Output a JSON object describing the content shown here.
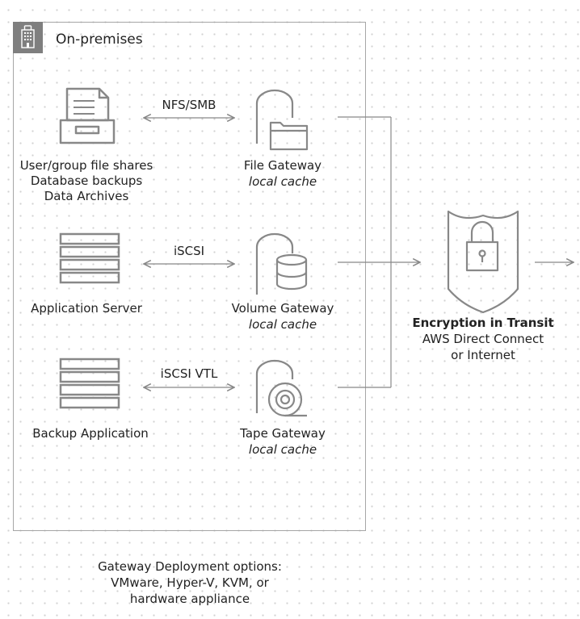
{
  "region": {
    "title": "On-premises"
  },
  "rows": [
    {
      "source_lines": [
        "User/group file shares",
        "Database backups",
        "Data Archives"
      ],
      "protocol": "NFS/SMB",
      "gateway_name": "File Gateway",
      "gateway_cache": "local cache"
    },
    {
      "source_lines": [
        "Application Server"
      ],
      "protocol": "iSCSI",
      "gateway_name": "Volume Gateway",
      "gateway_cache": "local cache"
    },
    {
      "source_lines": [
        "Backup Application"
      ],
      "protocol": "iSCSI VTL",
      "gateway_name": "Tape Gateway",
      "gateway_cache": "local cache"
    }
  ],
  "transit": {
    "title": "Encryption in Transit",
    "line1": "AWS Direct Connect",
    "line2": "or Internet"
  },
  "deployment": {
    "line1": "Gateway Deployment options:",
    "line2": "VMware, Hyper-V, KVM, or",
    "line3": "hardware appliance"
  },
  "icons": {
    "region": "building-icon",
    "file_shares": "file-cabinet-icon",
    "servers": "server-icon",
    "file_gateway": "folder-icon",
    "volume_gateway": "database-icon",
    "tape_gateway": "tape-icon",
    "encryption": "shield-lock-icon"
  },
  "colors": {
    "stroke": "#888888",
    "tab": "#7f7f7f",
    "text": "#222222"
  }
}
